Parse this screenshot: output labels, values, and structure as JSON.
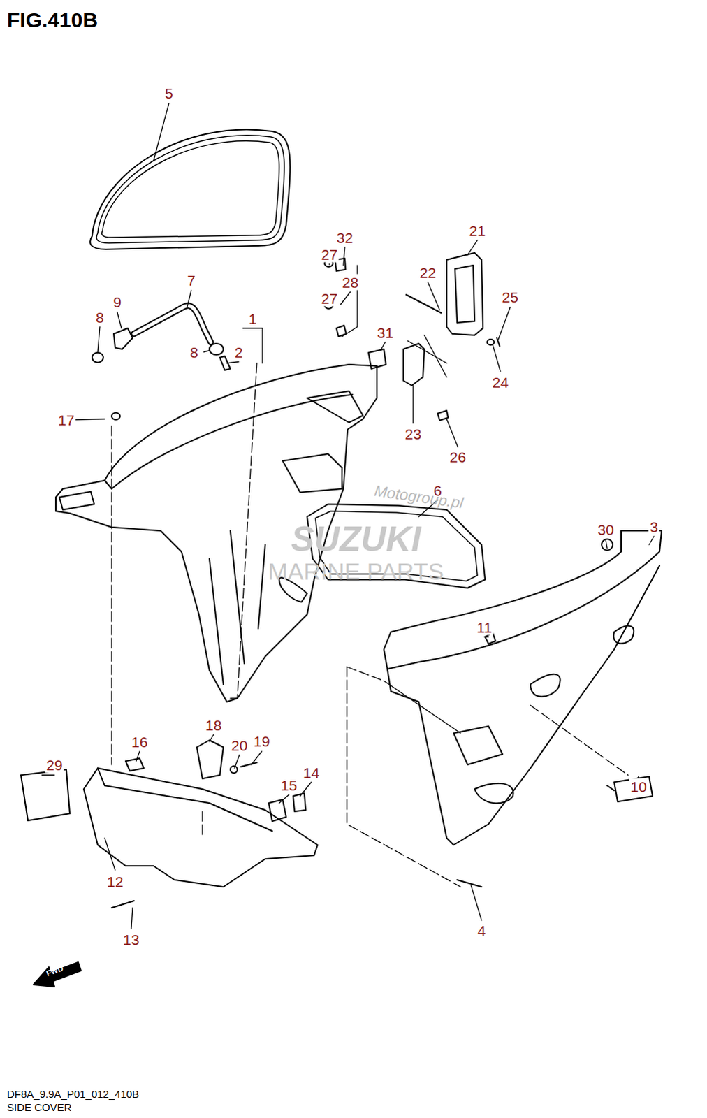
{
  "diagram": {
    "title": "FIG.410B",
    "caption": "SIDE COVER",
    "labels": [
      "5",
      "32",
      "21",
      "7",
      "22",
      "27",
      "28",
      "25",
      "9",
      "1",
      "27",
      "31",
      "8",
      "8",
      "2",
      "24",
      "17",
      "23",
      "26",
      "6",
      "30",
      "3",
      "11",
      "18",
      "16",
      "20",
      "19",
      "29",
      "14",
      "15",
      "10",
      "12",
      "4",
      "13",
      "Motogroup.pl",
      "SUZUKI",
      "MARINE PARTS",
      "FWD",
      "DF8A_9.9A_P01_012_410B"
    ]
  }
}
